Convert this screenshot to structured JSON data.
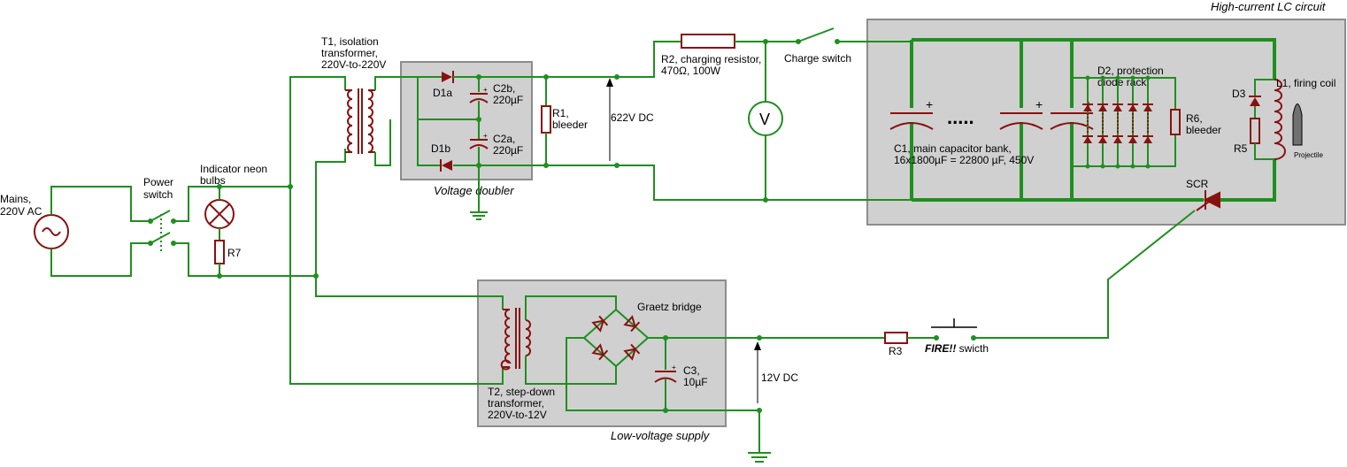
{
  "blocks": {
    "lc_circuit": "High-current LC circuit",
    "voltage_doubler": "Voltage doubler",
    "low_voltage_supply": "Low-voltage supply"
  },
  "labels": {
    "mains": [
      "Mains,",
      "220V AC"
    ],
    "power_switch": [
      "Power",
      "switch"
    ],
    "neon": [
      "Indicator neon",
      "bulbs"
    ],
    "r7": "R7",
    "t1": [
      "T1, isolation",
      "transformer,",
      "220V-to-220V"
    ],
    "d1a": "D1a",
    "d1b": "D1b",
    "c2b": [
      "C2b,",
      "220µF"
    ],
    "c2a": [
      "C2a,",
      "220µF"
    ],
    "r1": [
      "R1,",
      "bleeder"
    ],
    "v622": "622V DC",
    "r2": [
      "R2, charging resistor,",
      "470Ω, 100W"
    ],
    "charge_switch": "Charge switch",
    "voltmeter": "V",
    "c1": [
      "C1, main capacitor bank,",
      "16x1800µF = 22800 µF, 450V"
    ],
    "d2": [
      "D2, protection",
      "diode rack"
    ],
    "r6": [
      "R6,",
      "bleeder"
    ],
    "d3": "D3",
    "r5": "R5",
    "l1": "L1, firing coil",
    "projectile": "Projectile",
    "scr": "SCR",
    "graetz": "Graetz bridge",
    "c3": [
      "C3,",
      "10µF"
    ],
    "t2": [
      "T2, step-down",
      "transformer,",
      "220V-to-12V"
    ],
    "v12": "12V DC",
    "r3": "R3",
    "fire_bold": "FIRE!!",
    "fire_rest": " swicth"
  },
  "colors": {
    "wire": "#1f8f1f",
    "component": "#8a1010",
    "block_fill": "#d0d0d0",
    "block_border": "#8c8c8c"
  }
}
